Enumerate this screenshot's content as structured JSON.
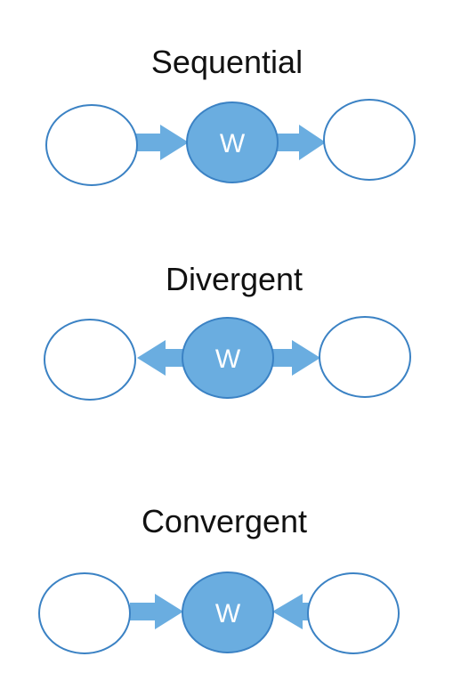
{
  "colors": {
    "node_fill": "#6aade0",
    "node_stroke": "#3b82c4",
    "arrow": "#6aade0",
    "title_text": "#111111"
  },
  "diagrams": [
    {
      "title": "Sequential",
      "nodes": [
        {
          "id": "left",
          "label": "",
          "filled": false
        },
        {
          "id": "center",
          "label": "W",
          "filled": true
        },
        {
          "id": "right",
          "label": "",
          "filled": false
        }
      ],
      "edges": [
        {
          "from": "left",
          "to": "center"
        },
        {
          "from": "center",
          "to": "right"
        }
      ]
    },
    {
      "title": "Divergent",
      "nodes": [
        {
          "id": "left",
          "label": "",
          "filled": false
        },
        {
          "id": "center",
          "label": "W",
          "filled": true
        },
        {
          "id": "right",
          "label": "",
          "filled": false
        }
      ],
      "edges": [
        {
          "from": "center",
          "to": "left"
        },
        {
          "from": "center",
          "to": "right"
        }
      ]
    },
    {
      "title": "Convergent",
      "nodes": [
        {
          "id": "left",
          "label": "",
          "filled": false
        },
        {
          "id": "center",
          "label": "W",
          "filled": true
        },
        {
          "id": "right",
          "label": "",
          "filled": false
        }
      ],
      "edges": [
        {
          "from": "left",
          "to": "center"
        },
        {
          "from": "right",
          "to": "center"
        }
      ]
    }
  ]
}
